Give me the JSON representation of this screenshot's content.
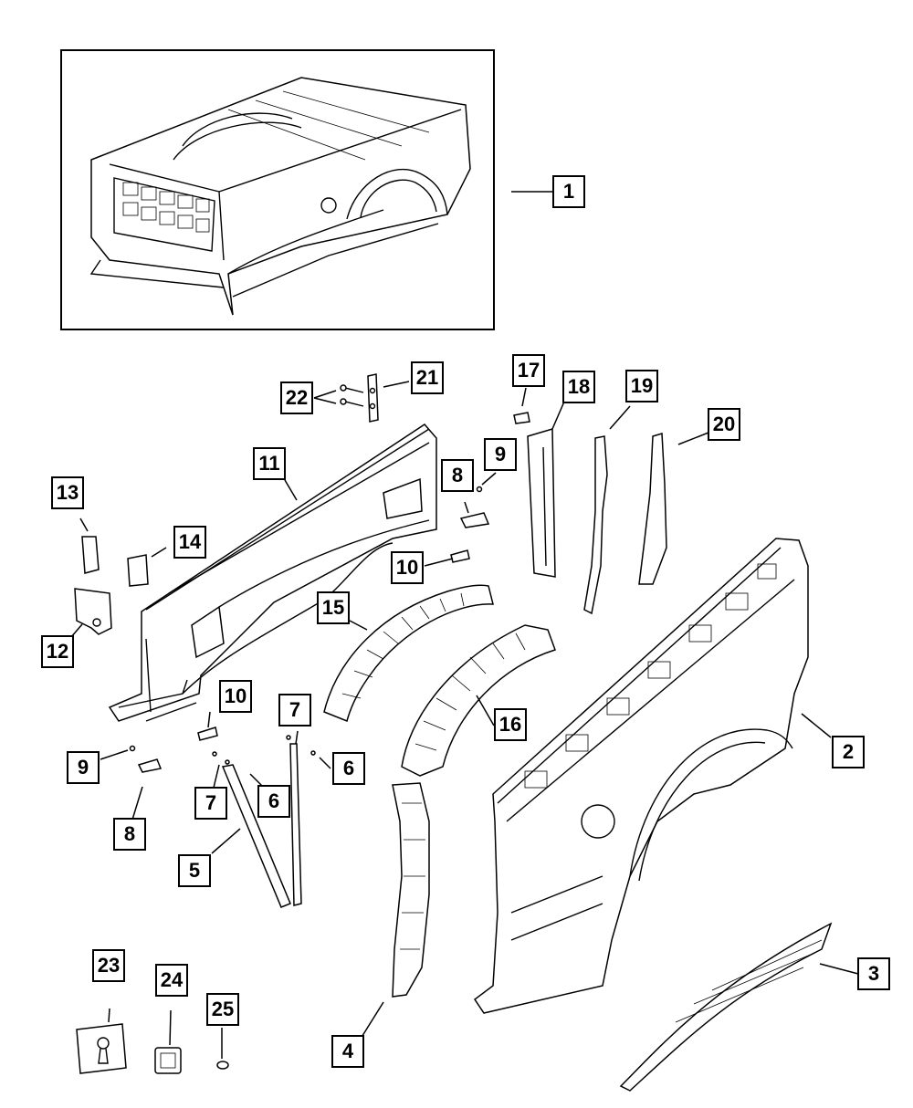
{
  "callouts": {
    "c1": "1",
    "c2": "2",
    "c3": "3",
    "c4": "4",
    "c5": "5",
    "c6a": "6",
    "c6b": "6",
    "c7a": "7",
    "c7b": "7",
    "c8a": "8",
    "c8b": "8",
    "c9a": "9",
    "c9b": "9",
    "c10a": "10",
    "c10b": "10",
    "c11": "11",
    "c12": "12",
    "c13": "13",
    "c14": "14",
    "c15": "15",
    "c16": "16",
    "c17": "17",
    "c18": "18",
    "c19": "19",
    "c20": "20",
    "c21": "21",
    "c22": "22",
    "c23": "23",
    "c24": "24",
    "c25": "25"
  }
}
